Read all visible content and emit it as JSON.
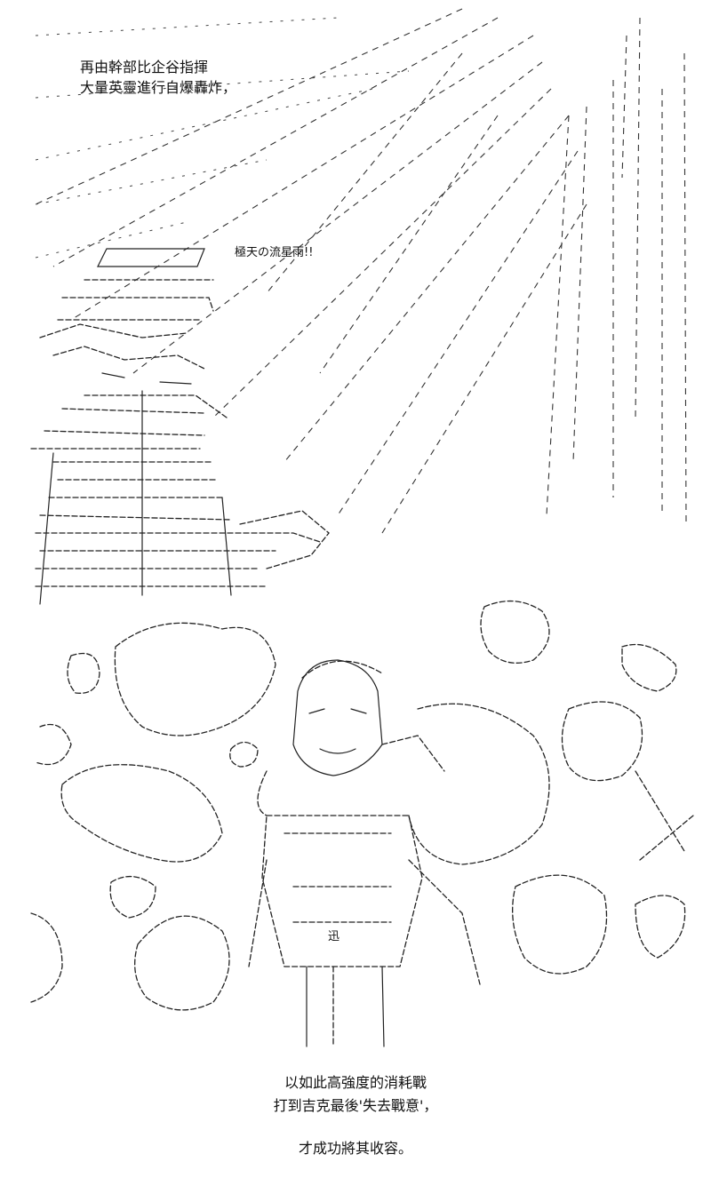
{
  "panel_top": {
    "narration": [
      "再由幹部比企谷指揮",
      "大量英靈進行自爆轟炸，"
    ],
    "shout": "極天の流星雨!!"
  },
  "panel_bottom": {
    "figure_labels": [
      "迅"
    ]
  },
  "caption": {
    "lines": [
      "以如此高強度的消耗戰",
      "打到吉克最後'失去戰意'，",
      "",
      "才成功將其收容。"
    ]
  },
  "colors": {
    "background": "#ffffff",
    "ink": "#111111"
  }
}
